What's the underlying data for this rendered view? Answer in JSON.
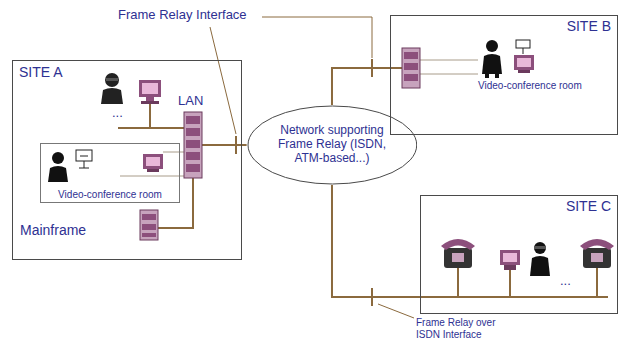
{
  "diagram": {
    "nodes": [
      {
        "text": [
          "SITE A"
        ]
      },
      {
        "text": [
          "Video-conference room"
        ],
        "in": 0
      },
      {
        "text": [
          "Network supporting Frame Relay (ISDN, ATM-based...)"
        ]
      },
      {
        "text": [
          "SITE B"
        ]
      },
      {
        "text": [
          "SITE C"
        ]
      }
    ],
    "edges": [
      {
        "from": 0,
        "to": 2,
        "arrow": "none"
      },
      {
        "from": 2,
        "to": 3,
        "arrow": "none"
      },
      {
        "from": 2,
        "to": 4,
        "arrow": "none"
      }
    ],
    "labels": [
      "Frame Relay Interface",
      "LAN",
      "...",
      "Mainframe",
      "Video-conference room",
      "...",
      "Frame Relay over ISDN Interface"
    ]
  }
}
